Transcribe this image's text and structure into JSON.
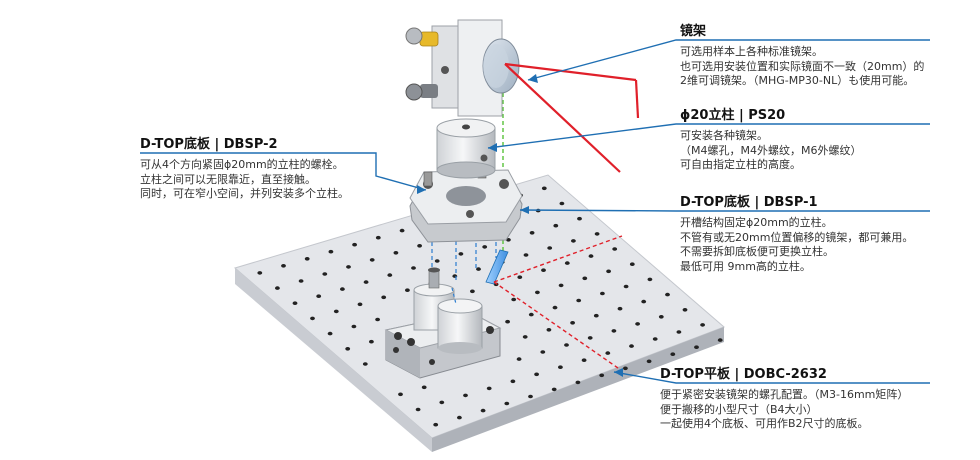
{
  "callouts": {
    "mirror_mount": {
      "title": "镜架",
      "lines": [
        "可选用样本上各种标准镜架。",
        "也可选用安装位置和实际镜面不一致（20mm）的",
        "2维可调镜架。（MHG-MP30-NL）も使用可能。"
      ]
    },
    "post": {
      "title": "ϕ20立柱 | PS20",
      "lines": [
        "可安装各种镜架。",
        "（M4螺孔，M4外螺纹，M6外螺纹）",
        "可自由指定立柱的高度。"
      ]
    },
    "dbsp2": {
      "title": "D-TOP底板 | DBSP-2",
      "lines": [
        "可从4个方向紧固ϕ20mm的立柱的螺栓。",
        "立柱之间可以无限靠近，直至接触。",
        "同时，可在窄小空间，并列安装多个立柱。"
      ]
    },
    "dbsp1": {
      "title": "D-TOP底板 | DBSP-1",
      "lines": [
        "开槽结构固定ϕ20mm的立柱。",
        "不管有或无20mm位置偏移的镜架，都可兼用。",
        "不需要拆卸底板便可更换立柱。",
        "最低可用 9mm高的立柱。"
      ]
    },
    "dobc": {
      "title": "D-TOP平板 | DOBC-2632",
      "lines": [
        "便于紧密安装镜架的螺孔配置。（M3-16mm矩阵）",
        "便于搬移的小型尺寸（B4大小）",
        "一起使用4个底板、可用作B2尺寸的底板。"
      ]
    }
  },
  "colors": {
    "callout_line": "#1f6fb3",
    "laser": "#e0202a",
    "guide_green": "#58c23a",
    "guide_blue": "#2a7cd0",
    "board_top": "#e4e6ea",
    "board_side": "#b9bcc3",
    "hole": "#222222",
    "knob": "#e7b92a"
  }
}
